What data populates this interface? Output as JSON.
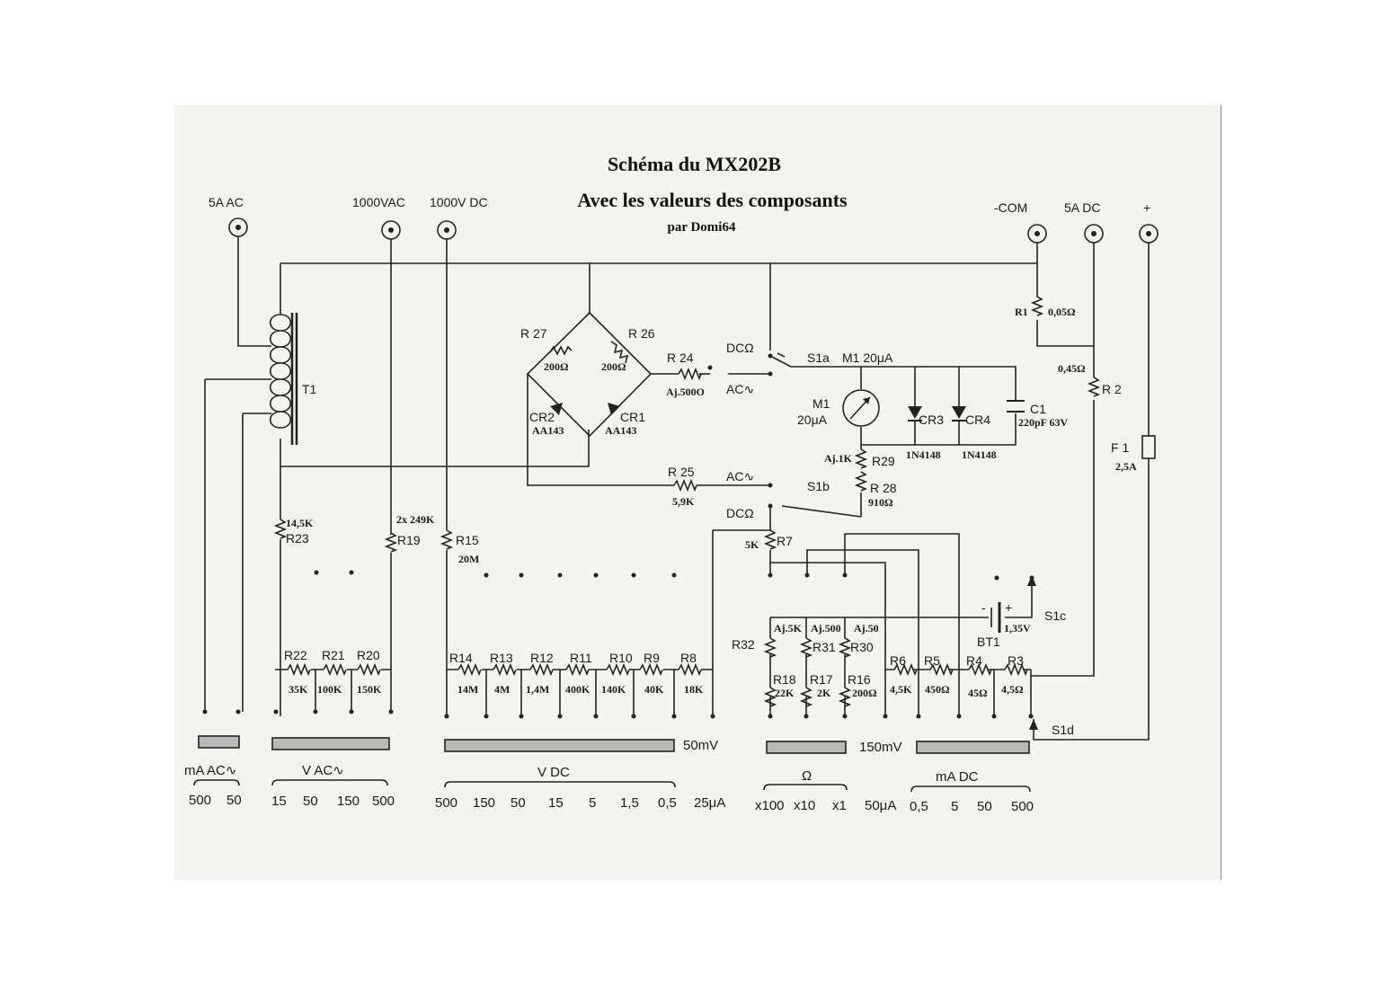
{
  "title": "Schéma du MX202B",
  "subtitle": "Avec les valeurs des composants",
  "author": "par Domi64",
  "terminals": {
    "t5a_ac": "5A AC",
    "t1000v_ac": "1000VAC",
    "t1000v_dc": "1000V DC",
    "com": "-COM",
    "t5a_dc": "5A DC",
    "plus": "+"
  },
  "components": {
    "T1": "T1",
    "R27": "R 27",
    "R27v": "200Ω",
    "R26": "R 26",
    "R26v": "200Ω",
    "R24": "R 24",
    "R24v": "Aj.500O",
    "CR2": "CR2",
    "CR2v": "AA143",
    "CR1": "CR1",
    "CR1v": "AA143",
    "DC1": "DCΩ",
    "AC1": "AC∿",
    "S1a": "S1a",
    "M1top": "M1  20μA",
    "M1": "M1",
    "M1v": "20μA",
    "CR3": "CR3",
    "CR3v": "1N4148",
    "CR4": "CR4",
    "CR4v": "1N4148",
    "C1": "C1",
    "C1v": "220pF 63V",
    "R1": "R1",
    "R1v": "0,05Ω",
    "R2": "R 2",
    "R2v": "0,45Ω",
    "F1": "F 1",
    "F1v": "2,5A",
    "R29": "R29",
    "R29v": "Aj.1K",
    "R28": "R 28",
    "R28v": "910Ω",
    "R25": "R 25",
    "R25v": "5,9K",
    "AC2": "AC∿",
    "S1b": "S1b",
    "DC2": "DCΩ",
    "R7": "R7",
    "R7v": "5K",
    "R23": "R23",
    "R23v": "14,5K",
    "R19": "R19",
    "R19v": "2x 249K",
    "R15": "R15",
    "R15v": "20M",
    "R22": "R22",
    "R22v": "35K",
    "R21": "R21",
    "R21v": "100K",
    "R20": "R20",
    "R20v": "150K",
    "R14": "R14",
    "R14v": "14M",
    "R13": "R13",
    "R13v": "4M",
    "R12": "R12",
    "R12v": "1,4M",
    "R11": "R11",
    "R11v": "400K",
    "R10": "R10",
    "R10v": "140K",
    "R9": "R9",
    "R9v": "40K",
    "R8": "R8",
    "R8v": "18K",
    "R32": "R32",
    "R32v": "Aj.5K",
    "R31": "R31",
    "R31v": "Aj.500",
    "R30": "R30",
    "R30v": "Aj.50",
    "R18": "R18",
    "R18v": "22K",
    "R17": "R17",
    "R17v": "2K",
    "R16": "R16",
    "R16v": "200Ω",
    "R6": "R6",
    "R6v": "4,5K",
    "R5": "R5",
    "R5v": "450Ω",
    "R4": "R4",
    "R4v": "45Ω",
    "R3": "R3",
    "R3v": "4,5Ω",
    "BT1": "BT1",
    "BT1v": "1,35V",
    "S1c": "S1c",
    "S1d": "S1d",
    "minus": "-",
    "plus": "+"
  },
  "scales": {
    "ma_ac": "mA AC∿",
    "v_ac": "V AC∿",
    "v_dc": "V DC",
    "ohm": "Ω",
    "ma_dc": "mA DC",
    "mv50": "50mV",
    "mv150": "150mV",
    "ma_ac_vals": [
      "500",
      "50"
    ],
    "v_ac_vals": [
      "15",
      "50",
      "150",
      "500"
    ],
    "v_dc_vals": [
      "500",
      "150",
      "50",
      "15",
      "5",
      "1,5",
      "0,5",
      "25μA"
    ],
    "ohm_vals": [
      "x100",
      "x10",
      "x1"
    ],
    "ua50": "50μA",
    "ma_dc_vals": [
      "0,5",
      "5",
      "50",
      "500"
    ]
  }
}
